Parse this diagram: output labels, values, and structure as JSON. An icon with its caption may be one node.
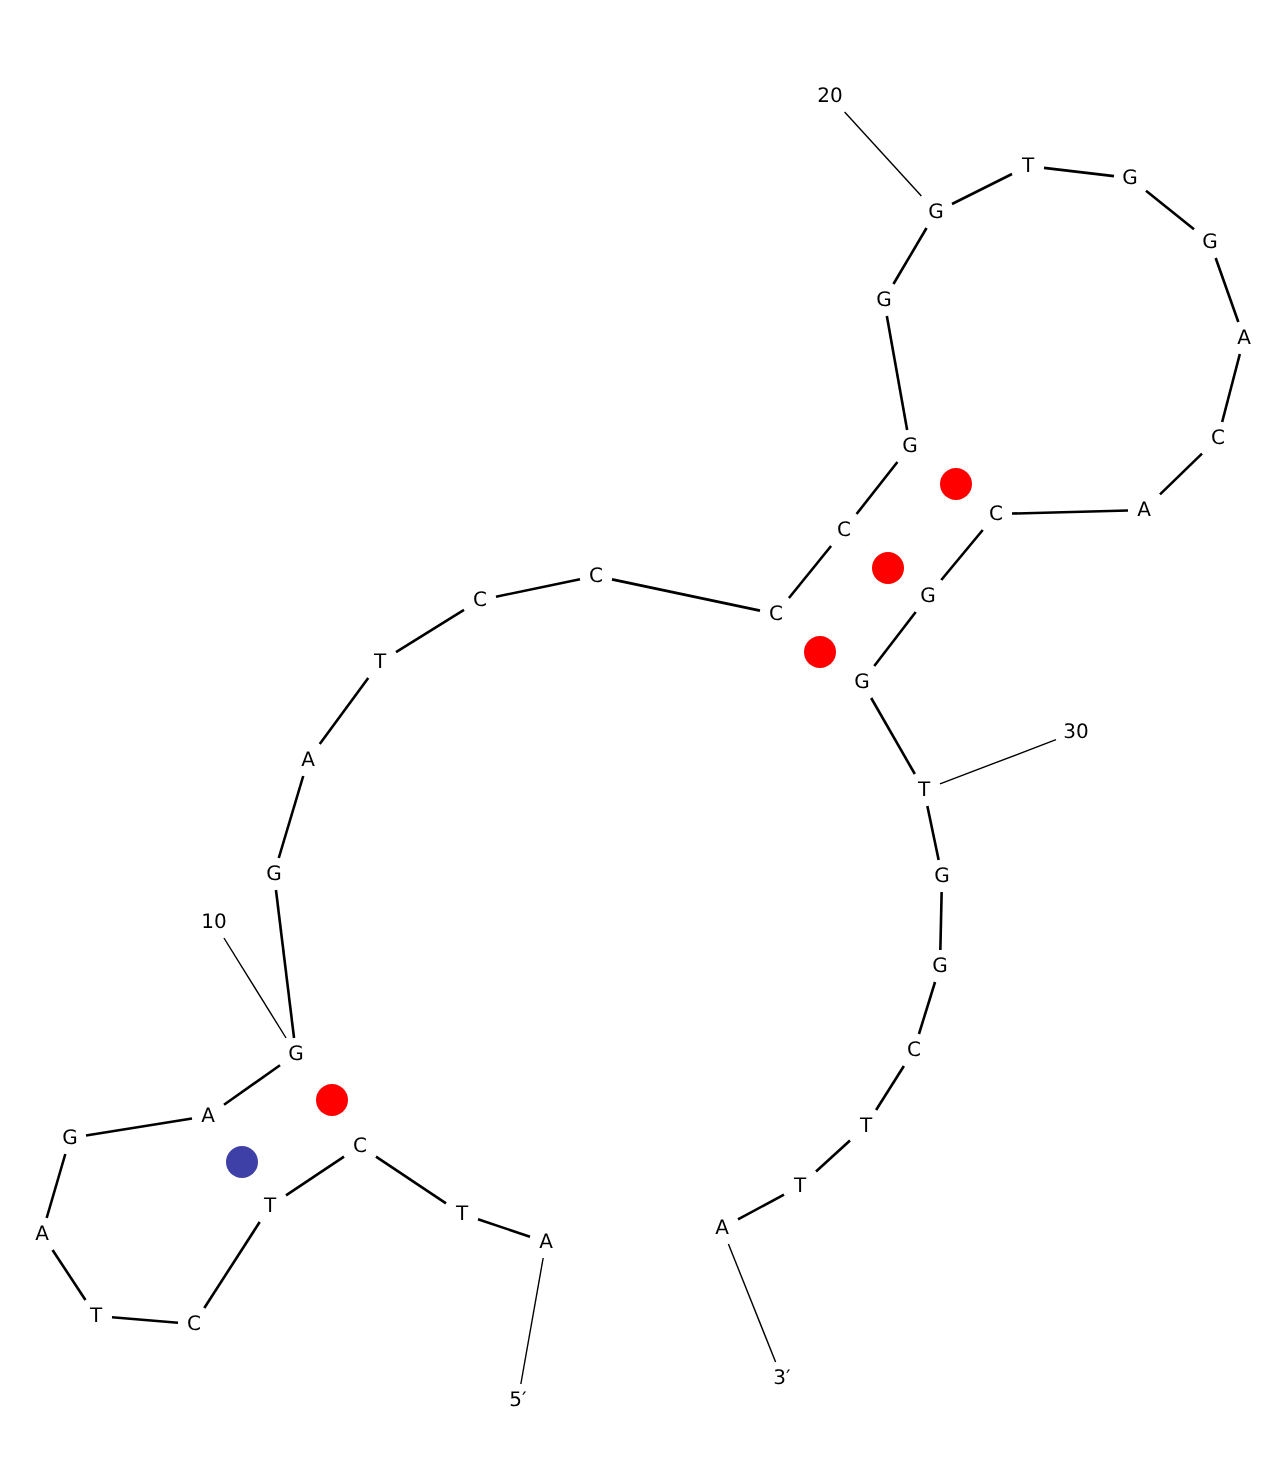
{
  "diagram": {
    "nodes": [
      {
        "text": [
          "A"
        ]
      },
      {
        "text": [
          "T"
        ]
      },
      {
        "text": [
          "C"
        ]
      },
      {
        "text": [
          "T"
        ]
      },
      {
        "text": [
          "C"
        ]
      },
      {
        "text": [
          "T"
        ]
      },
      {
        "text": [
          "A"
        ]
      },
      {
        "text": [
          "G"
        ]
      },
      {
        "text": [
          "A"
        ]
      },
      {
        "text": [
          "G"
        ]
      },
      {
        "text": [
          "G"
        ]
      },
      {
        "text": [
          "A"
        ]
      },
      {
        "text": [
          "T"
        ]
      },
      {
        "text": [
          "C"
        ]
      },
      {
        "text": [
          "C"
        ]
      },
      {
        "text": [
          "C"
        ]
      },
      {
        "text": [
          "C"
        ]
      },
      {
        "text": [
          "G"
        ]
      },
      {
        "text": [
          "G"
        ]
      },
      {
        "text": [
          "G"
        ]
      },
      {
        "text": [
          "T"
        ]
      },
      {
        "text": [
          "G"
        ]
      },
      {
        "text": [
          "G"
        ]
      },
      {
        "text": [
          "A"
        ]
      },
      {
        "text": [
          "C"
        ]
      },
      {
        "text": [
          "A"
        ]
      },
      {
        "text": [
          "C"
        ]
      },
      {
        "text": [
          "G"
        ]
      },
      {
        "text": [
          "G"
        ]
      },
      {
        "text": [
          "T"
        ]
      },
      {
        "text": [
          "G"
        ]
      },
      {
        "text": [
          "G"
        ]
      },
      {
        "text": [
          "C"
        ]
      },
      {
        "text": [
          "T"
        ]
      },
      {
        "text": [
          "T"
        ]
      },
      {
        "text": [
          "A"
        ]
      },
      {
        "text": [
          "10"
        ]
      },
      {
        "text": [
          "20"
        ]
      },
      {
        "text": [
          "30"
        ]
      },
      {
        "text": [
          "5′"
        ]
      },
      {
        "text": [
          "3′"
        ]
      }
    ],
    "edges": [
      {
        "from": 0,
        "to": 1,
        "arrow": "none"
      },
      {
        "from": 1,
        "to": 2,
        "arrow": "none"
      },
      {
        "from": 2,
        "to": 3,
        "arrow": "none"
      },
      {
        "from": 3,
        "to": 4,
        "arrow": "none"
      },
      {
        "from": 4,
        "to": 5,
        "arrow": "none"
      },
      {
        "from": 5,
        "to": 6,
        "arrow": "none"
      },
      {
        "from": 6,
        "to": 7,
        "arrow": "none"
      },
      {
        "from": 7,
        "to": 8,
        "arrow": "none"
      },
      {
        "from": 8,
        "to": 9,
        "arrow": "none"
      },
      {
        "from": 9,
        "to": 10,
        "arrow": "none"
      },
      {
        "from": 10,
        "to": 11,
        "arrow": "none"
      },
      {
        "from": 11,
        "to": 12,
        "arrow": "none"
      },
      {
        "from": 12,
        "to": 13,
        "arrow": "none"
      },
      {
        "from": 13,
        "to": 14,
        "arrow": "none"
      },
      {
        "from": 14,
        "to": 15,
        "arrow": "none"
      },
      {
        "from": 15,
        "to": 16,
        "arrow": "none"
      },
      {
        "from": 16,
        "to": 17,
        "arrow": "none"
      },
      {
        "from": 17,
        "to": 18,
        "arrow": "none"
      },
      {
        "from": 18,
        "to": 19,
        "arrow": "none"
      },
      {
        "from": 19,
        "to": 20,
        "arrow": "none"
      },
      {
        "from": 20,
        "to": 21,
        "arrow": "none"
      },
      {
        "from": 21,
        "to": 22,
        "arrow": "none"
      },
      {
        "from": 22,
        "to": 23,
        "arrow": "none"
      },
      {
        "from": 23,
        "to": 24,
        "arrow": "none"
      },
      {
        "from": 24,
        "to": 25,
        "arrow": "none"
      },
      {
        "from": 25,
        "to": 26,
        "arrow": "none"
      },
      {
        "from": 26,
        "to": 27,
        "arrow": "none"
      },
      {
        "from": 27,
        "to": 28,
        "arrow": "none"
      },
      {
        "from": 28,
        "to": 29,
        "arrow": "none"
      },
      {
        "from": 29,
        "to": 30,
        "arrow": "none"
      },
      {
        "from": 30,
        "to": 31,
        "arrow": "none"
      },
      {
        "from": 31,
        "to": 32,
        "arrow": "none"
      },
      {
        "from": 32,
        "to": 33,
        "arrow": "none"
      },
      {
        "from": 33,
        "to": 34,
        "arrow": "none"
      },
      {
        "from": 34,
        "to": 35,
        "arrow": "none"
      },
      {
        "from": 36,
        "to": 9,
        "arrow": "none"
      },
      {
        "from": 37,
        "to": 19,
        "arrow": "none"
      },
      {
        "from": 38,
        "to": 29,
        "arrow": "none"
      },
      {
        "from": 39,
        "to": 0,
        "arrow": "none"
      },
      {
        "from": 40,
        "to": 35,
        "arrow": "none"
      }
    ]
  }
}
